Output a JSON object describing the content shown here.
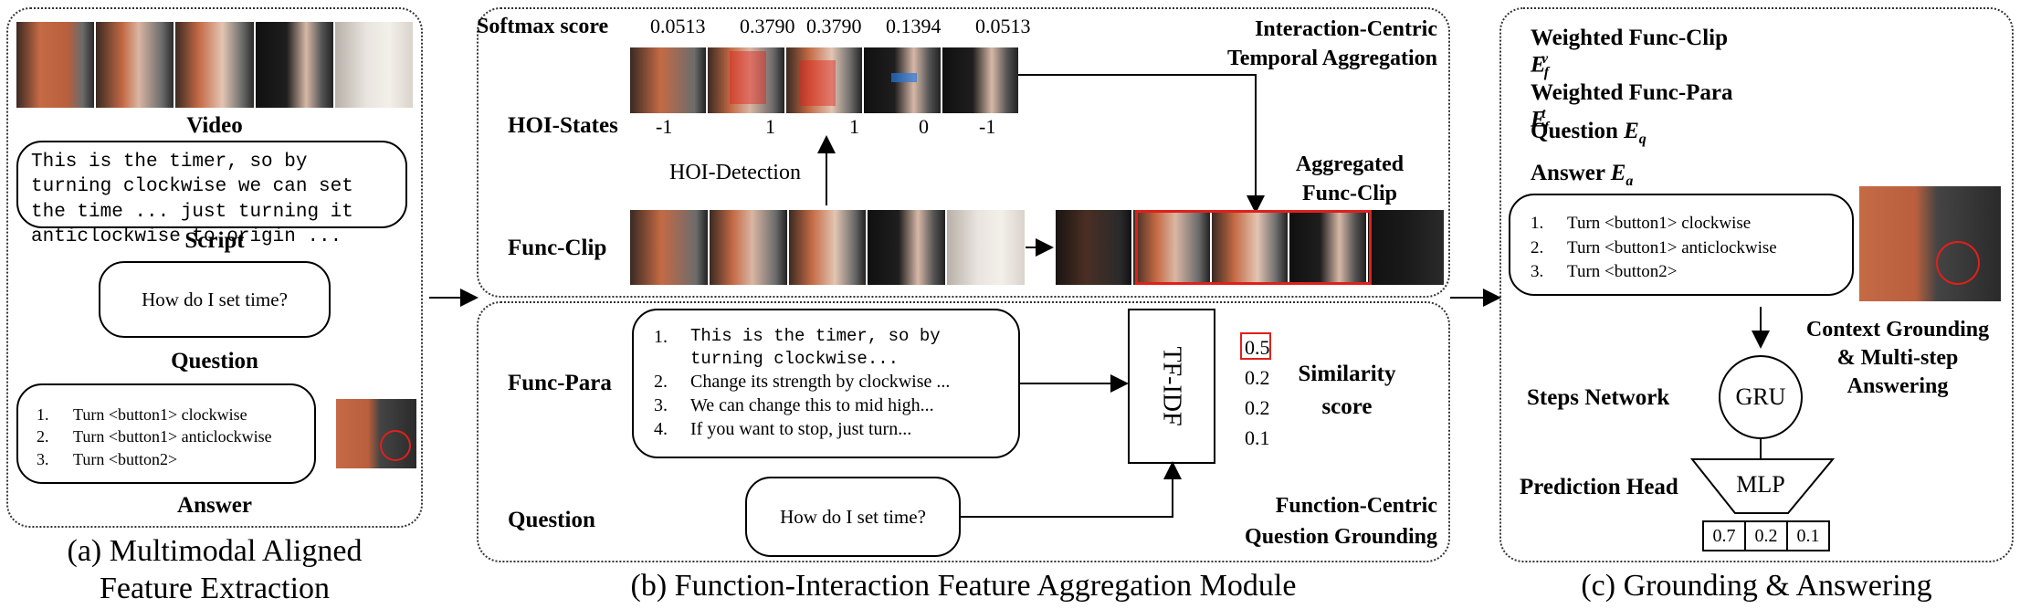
{
  "panel_a": {
    "video_label": "Video",
    "script_text": "This is the timer, so by turning clockwise we can set the time ... just turning it anticlockwise to origin ...",
    "script_label": "Script",
    "question_text": "How do I set time?",
    "question_label": "Question",
    "answers": [
      {
        "num": "1.",
        "text": "Turn <button1> clockwise"
      },
      {
        "num": "2.",
        "text": "Turn <button1> anticlockwise"
      },
      {
        "num": "3.",
        "text": "Turn <button2>"
      }
    ],
    "answer_label": "Answer",
    "caption_line1": "(a) Multimodal Aligned",
    "caption_line2": "Feature Extraction"
  },
  "panel_b": {
    "softmax_label": "Softmax score",
    "softmax_scores": [
      "0.0513",
      "0.3790",
      "0.3790",
      "0.1394",
      "0.0513"
    ],
    "tca_line1": "Interaction-Centric",
    "tca_line2": "Temporal Aggregation",
    "hoi_states_label": "HOI-States",
    "hoi_states": [
      "-1",
      "1",
      "1",
      "0",
      "-1"
    ],
    "hoi_detection_label": "HOI-Detection",
    "aggregated_line1": "Aggregated",
    "aggregated_line2": "Func-Clip",
    "func_clip_label": "Func-Clip",
    "func_para_label": "Func-Para",
    "func_para_items": [
      {
        "num": "1.",
        "text": "This is the timer, so by turning clockwise..."
      },
      {
        "num": "2.",
        "text": "Change its strength by clockwise ..."
      },
      {
        "num": "3.",
        "text": "We can change this to mid high..."
      },
      {
        "num": "4.",
        "text": "If you want to stop, just turn..."
      }
    ],
    "tfidf_label": "TF-IDF",
    "similarity_scores": [
      "0.5",
      "0.2",
      "0.2",
      "0.1"
    ],
    "similarity_line1": "Similarity",
    "similarity_line2": "score",
    "question_label": "Question",
    "question_text": "How do I set time?",
    "fcq_line1": "Function-Centric",
    "fcq_line2": "Question Grounding",
    "caption": "(b) Function-Interaction Feature Aggregation Module"
  },
  "panel_c": {
    "weighted_clip_label": "Weighted Func-Clip",
    "weighted_clip_symbol": "E",
    "weighted_clip_sub": "f",
    "weighted_clip_sup": "v",
    "weighted_para_label": "Weighted Func-Para",
    "weighted_para_symbol": "E",
    "weighted_para_sub": "f",
    "weighted_para_sup": "t",
    "question_label": "Question",
    "question_symbol": "E",
    "question_sub": "q",
    "answer_label": "Answer",
    "answer_symbol": "E",
    "answer_sub": "a",
    "answers": [
      {
        "num": "1.",
        "text": "Turn <button1> clockwise"
      },
      {
        "num": "2.",
        "text": "Turn <button1> anticlockwise"
      },
      {
        "num": "3.",
        "text": "Turn <button2>"
      }
    ],
    "context_line1": "Context Grounding",
    "context_line2": "& Multi-step",
    "context_line3": "Answering",
    "steps_label": "Steps Network",
    "gru_label": "GRU",
    "prediction_label": "Prediction Head",
    "mlp_label": "MLP",
    "outputs": [
      "0.7",
      "0.2",
      "0.1"
    ],
    "caption": "(c) Grounding & Answering"
  },
  "colors": {
    "highlight_red": "#e0201b",
    "frame_dark": "#2a2222",
    "microwave_orange": "#c56a45"
  }
}
